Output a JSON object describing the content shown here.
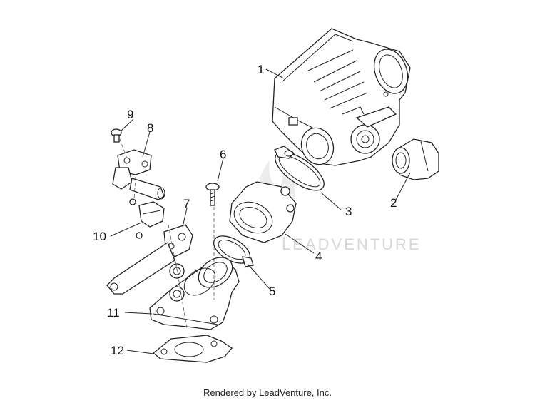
{
  "diagram": {
    "callouts": [
      {
        "number": "1"
      },
      {
        "number": "2"
      },
      {
        "number": "3"
      },
      {
        "number": "4"
      },
      {
        "number": "5"
      },
      {
        "number": "6"
      },
      {
        "number": "7"
      },
      {
        "number": "8"
      },
      {
        "number": "9"
      },
      {
        "number": "10"
      },
      {
        "number": "11"
      },
      {
        "number": "12"
      }
    ],
    "watermark": "LEADVENTURE",
    "footer": "Rendered by LeadVenture, Inc."
  }
}
